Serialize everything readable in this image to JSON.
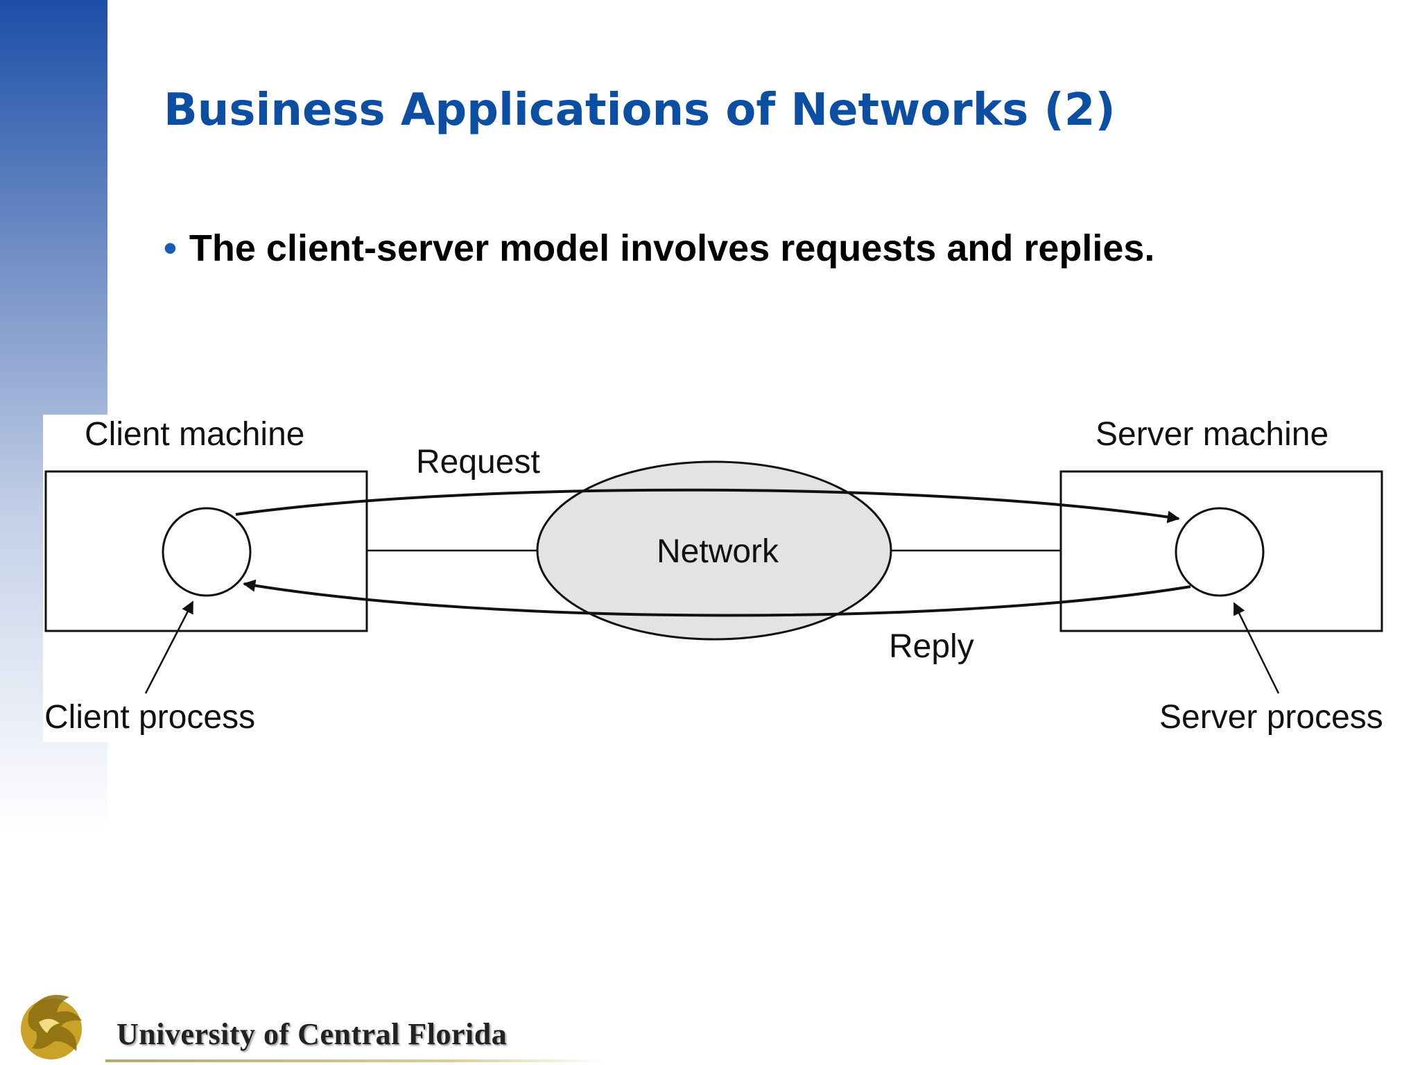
{
  "slide": {
    "title": "Business Applications of Networks (2)",
    "bullet_marker": "•",
    "bullet_text": "The client-server model involves requests and replies."
  },
  "diagram": {
    "client_machine_label": "Client machine",
    "server_machine_label": "Server machine",
    "request_label": "Request",
    "network_label": "Network",
    "reply_label": "Reply",
    "client_process_label": "Client process",
    "server_process_label": "Server process"
  },
  "logo": {
    "name": "University of Central Florida"
  },
  "colors": {
    "title": "#0b4ea2",
    "sidebar_top": "#1c4fa8",
    "network_fill": "#e3e3e3",
    "logo_gold": "#c9a227"
  }
}
